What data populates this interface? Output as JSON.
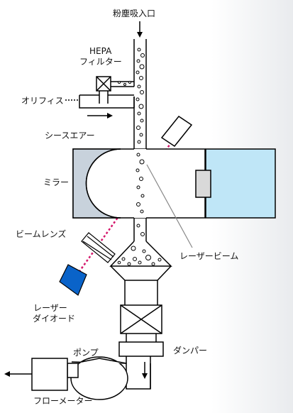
{
  "labels": {
    "dust_inlet": "粉塵吸入口",
    "hepa_line1": "HEPA",
    "hepa_line2": "フィルター",
    "orifice": "オリフィス",
    "sheath_air": "シースエアー",
    "mirror": "ミラー",
    "beam_lens": "ビームレンズ",
    "laser_beam": "レーザービーム",
    "laser_diode_line1": "レーザー",
    "laser_diode_line2": "ダイオード",
    "pump": "ポンプ",
    "damper": "ダンパー",
    "flow_meter": "フローメーター"
  },
  "colors": {
    "mirror_fill": "#c8d2dc",
    "detector_fill": "#bfe6f7",
    "laser_diode_fill": "#0a63c9",
    "beam": "#d4186c",
    "gray_line": "#888888"
  },
  "icons": {
    "flow_arrow": "arrow-icon",
    "filter": "x-box-icon"
  }
}
